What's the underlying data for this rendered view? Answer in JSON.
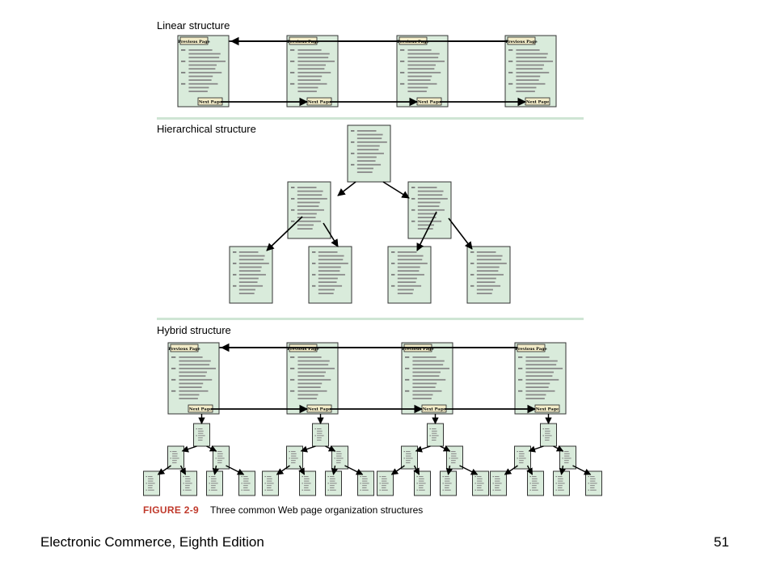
{
  "sections": {
    "linear_title": "Linear structure",
    "hierarchical_title": "Hierarchical structure",
    "hybrid_title": "Hybrid structure"
  },
  "page_buttons": {
    "previous": "Previous Page",
    "next": "Next Page"
  },
  "caption": {
    "figure_label": "FIGURE 2-9",
    "text": "Three common Web page organization structures"
  },
  "footer": {
    "book_title": "Electronic Commerce, Eighth Edition",
    "page_number": "51"
  },
  "colors": {
    "page_fill": "#d9ebdb",
    "button_fill": "#f2ecc8",
    "divider": "#cfe5d4",
    "caption_label": "#c0392b"
  }
}
